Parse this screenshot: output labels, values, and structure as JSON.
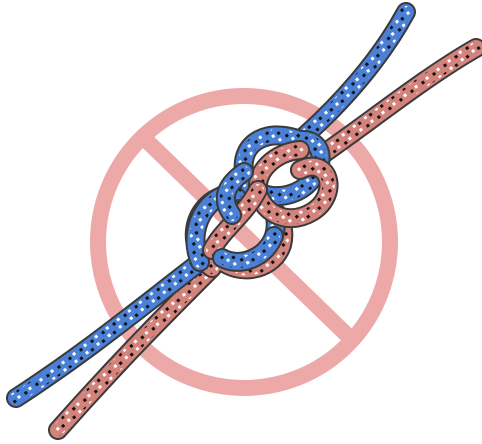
{
  "illustration": {
    "subject": "figure-eight-bend-knot",
    "prohibition_sign": {
      "icon": "no-symbol-icon",
      "color": "#eda8a8"
    },
    "ropes": [
      {
        "name": "blue-rope",
        "color": "#4a80d6",
        "pattern": "dotted-kernmantle"
      },
      {
        "name": "red-rope",
        "color": "#d4837c",
        "pattern": "dotted-kernmantle"
      }
    ],
    "outline_color": "#3a3a3a"
  }
}
